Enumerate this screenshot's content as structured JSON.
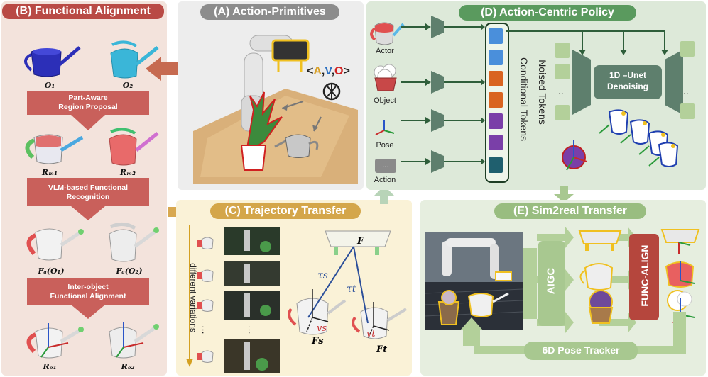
{
  "panels": {
    "B": {
      "title": "(B) Functional Alignment",
      "objects": [
        "O₁",
        "O₂"
      ],
      "step1": "Part-Aware\nRegion Proposal",
      "regions": [
        "Rₘ₁",
        "Rₘ₂"
      ],
      "step2": "VLM-based Functional\nRecognition",
      "functional": [
        "Fₐ(O₁)",
        "Fₐ(O₂)"
      ],
      "step3": "Inter-object\nFunctional Alignment",
      "aligned": [
        "Rₒ₁",
        "Rₒ₂"
      ]
    },
    "A": {
      "title": "(A) Action-Primitives",
      "avo_open": "<",
      "avo_a": "A",
      "avo_comma1": ",",
      "avo_v": "V",
      "avo_comma2": ",",
      "avo_o": "O",
      "avo_close": ">"
    },
    "C": {
      "title": "(C) Trajectory Transfer",
      "side_label": "different variations",
      "dots": "…",
      "labels": {
        "F": "F",
        "tau_s": "τs",
        "tau_t": "τt",
        "v_s": "vs",
        "v_t": "vt",
        "F_s": "Fs",
        "F_t": "Ft"
      }
    },
    "D": {
      "title": "(D) Action-Centric Policy",
      "inputs": [
        "Actor",
        "Object",
        "Pose",
        "Action"
      ],
      "action_chip": "...",
      "conditional": "Conditional Tokens",
      "noised": "Noised Tokens",
      "dots": "..",
      "unet": "1D –Unet\nDenoising"
    },
    "E": {
      "title": "(E) Sim2real Transfer",
      "aigc": "AIGC",
      "func_align": "FUNC-ALIGN",
      "tracker": "6D Pose Tracker"
    }
  },
  "colors": {
    "panel_b_bg": "#f3e3dc",
    "panel_b_title": "#b94a45",
    "step_bar": "#c9605b",
    "panel_a_title": "#8c8c8c",
    "panel_c_bg": "#faf2d7",
    "panel_c_title": "#d4a64a",
    "panel_d_bg": "#dde9d9",
    "panel_d_title": "#5a9a5e",
    "panel_e_bg": "#e6eedf",
    "panel_e_title": "#99bd80",
    "unet_block": "#5e7f6d",
    "func_align": "#b5463d"
  }
}
